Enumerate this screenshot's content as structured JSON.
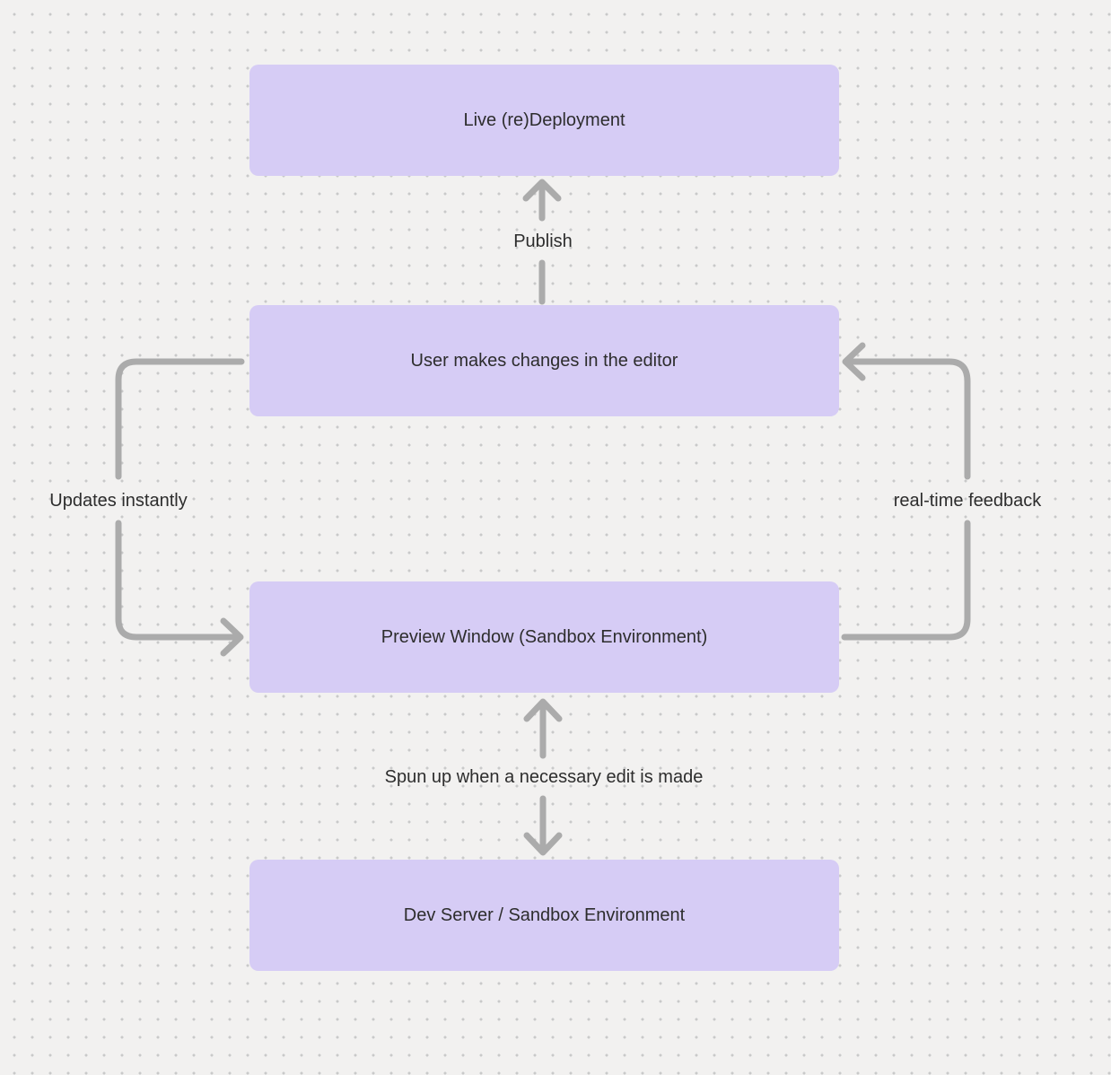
{
  "diagram": {
    "nodes": [
      {
        "label": "Live (re)Deployment"
      },
      {
        "label": "User makes changes in the editor"
      },
      {
        "label": "Preview Window (Sandbox Environment)"
      },
      {
        "label": "Dev Server / Sandbox Environment"
      }
    ],
    "edge_labels": {
      "publish": "Publish",
      "updates_instantly": "Updates instantly",
      "realtime_feedback": "real-time feedback",
      "spun_up": "Spun up when a necessary edit is made"
    },
    "colors": {
      "background": "#f2f1f0",
      "dot": "#c9c9c9",
      "node_fill": "#d6ccf5",
      "arrow": "#ababab",
      "text": "#2d2d2d"
    }
  }
}
